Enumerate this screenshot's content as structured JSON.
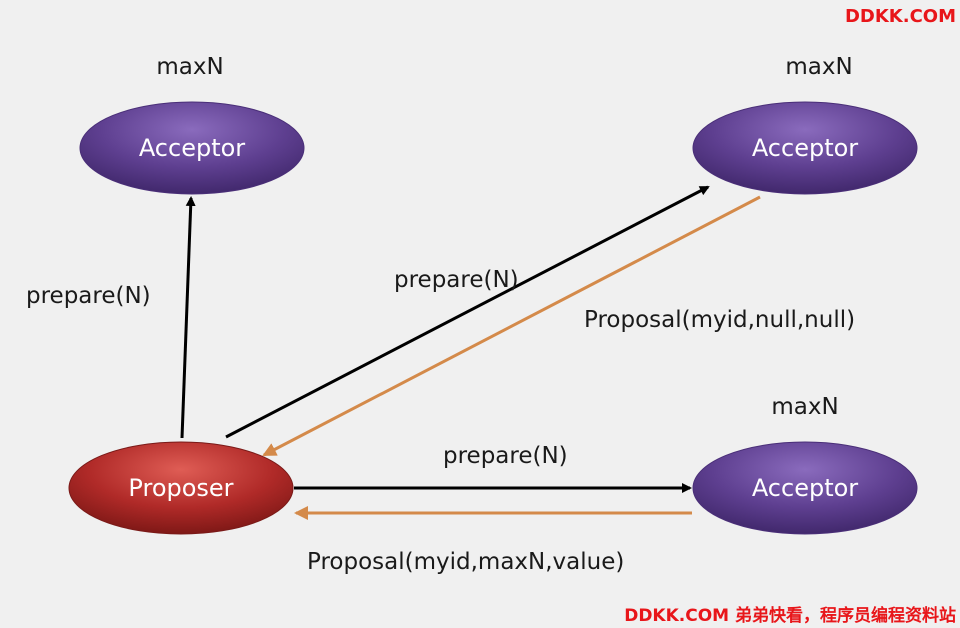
{
  "nodes": {
    "acceptor_top_left": {
      "label": "Acceptor",
      "max_label": "maxN"
    },
    "acceptor_top_right": {
      "label": "Acceptor",
      "max_label": "maxN"
    },
    "acceptor_bottom_right": {
      "label": "Acceptor",
      "max_label": "maxN"
    },
    "proposer": {
      "label": "Proposer"
    }
  },
  "edges": {
    "prepare_to_top_left": {
      "label": "prepare(N)"
    },
    "prepare_to_top_right": {
      "label": "prepare(N)"
    },
    "prepare_to_bottom_right": {
      "label": "prepare(N)"
    },
    "proposal_from_top_right": {
      "label": "Proposal(myid,null,null)"
    },
    "proposal_from_bottom_right": {
      "label": "Proposal(myid,maxN,value)"
    }
  },
  "colors": {
    "acceptor_fill": "#5d3f8c",
    "proposer_fill": "#b02a28",
    "request_arrow": "#000000",
    "response_arrow": "#d48a4a",
    "watermark": "#e8161a"
  },
  "watermark": {
    "top": "DDKK.COM",
    "bottom": "DDKK.COM 弟弟快看，程序员编程资料站"
  }
}
